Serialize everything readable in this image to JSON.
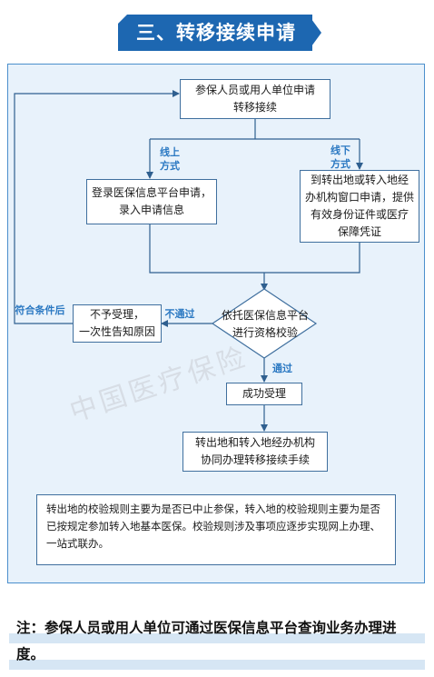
{
  "title": "三、转移接续申请",
  "flow": {
    "start": "参保人员或用人单位申请\n转移接续",
    "online_label": "线上\n方式",
    "offline_label": "线下\n方式",
    "online_box": "登录医保信息平台申请，\n录入申请信息",
    "offline_box": "到转出地或转入地经\n办机构窗口申请，提供\n有效身份证件或医疗\n保障凭证",
    "check": "依托医保信息平台\n进行资格校验",
    "reject_label": "不通过",
    "reject_box": "不予受理，\n一次性告知原因",
    "retry_label": "符合条件后",
    "pass_label": "通过",
    "accept_box": "成功受理",
    "process_box": "转出地和转入地经办机构\n协同办理转移接续手续"
  },
  "rule_note": "转出地的校验规则主要为是否已中止参保，转入地的校验规则主要为是否已按规定参加转入地基本医保。校验规则涉及事项应逐步实现网上办理、一站式联办。",
  "watermark": "中国医疗保险",
  "footer_note": "注：参保人员或用人单位可通过医保信息平台查询业务办理进度。",
  "colors": {
    "accent": "#1d67b1",
    "panel": "#e8f2fb",
    "edge_label": "#2a78c2",
    "line": "#2f5f8f"
  }
}
